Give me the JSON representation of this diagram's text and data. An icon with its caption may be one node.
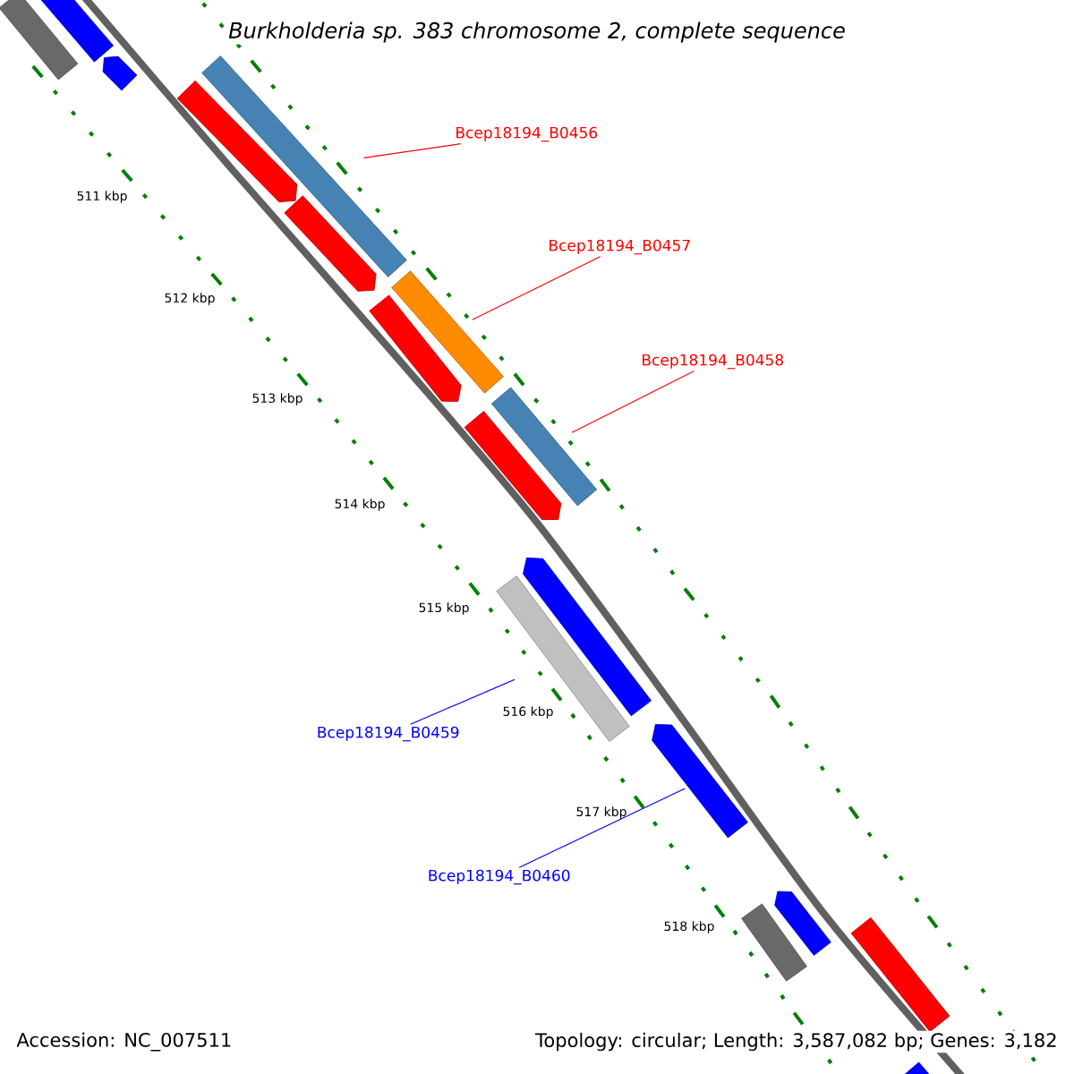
{
  "diagram": {
    "title": "*Burkholderia* *sp. 383 chromosome 2, complete sequence*",
    "nodes": [
      {
        "text": [],
        "shape": "bar"
      },
      {
        "text": [],
        "shape": "bar"
      },
      {
        "text": [],
        "shape": "arrow"
      },
      {
        "text": [],
        "shape": "bar"
      },
      {
        "text": [],
        "shape": "arrow"
      },
      {
        "text": [
          "Bcep18194_B0456"
        ]
      },
      {
        "text": [],
        "shape": "arrow"
      },
      {
        "text": [
          "Bcep18194_B0457"
        ]
      },
      {
        "text": [],
        "shape": "bar"
      },
      {
        "text": [],
        "shape": "arrow"
      },
      {
        "text": [
          "Bcep18194_B0458"
        ]
      },
      {
        "text": [],
        "shape": "bar"
      },
      {
        "text": [],
        "shape": "arrow"
      },
      {
        "text": [],
        "shape": "arrow"
      },
      {
        "text": [],
        "shape": "bar"
      },
      {
        "text": [],
        "shape": "arrow"
      },
      {
        "text": [
          "Bcep18194_B0459"
        ]
      },
      {
        "text": [
          "Bcep18194_B0460"
        ]
      },
      {
        "text": [],
        "shape": "arrow"
      },
      {
        "text": [],
        "shape": "bar"
      },
      {
        "text": [],
        "shape": "bar"
      },
      {
        "text": [],
        "shape": "bar"
      }
    ],
    "edges": [
      {
        "from": 5,
        "to": 3,
        "arrow": "none"
      },
      {
        "from": 7,
        "to": 8,
        "arrow": "none"
      },
      {
        "from": 10,
        "to": 11,
        "arrow": "none"
      },
      {
        "from": 16,
        "to": 14,
        "arrow": "none",
        "color": "#0000ff"
      },
      {
        "from": 17,
        "to": 15,
        "arrow": "none",
        "color": "#0000ff"
      }
    ],
    "labels": [
      "511 kbp",
      "512 kbp",
      "513 kbp",
      "514 kbp",
      "515 kbp",
      "516 kbp",
      "517 kbp",
      "518 kbp",
      "Accession: NC_007511",
      "Topology: circular; Length: 3,587,082 bp; Genes: 3,182"
    ]
  }
}
